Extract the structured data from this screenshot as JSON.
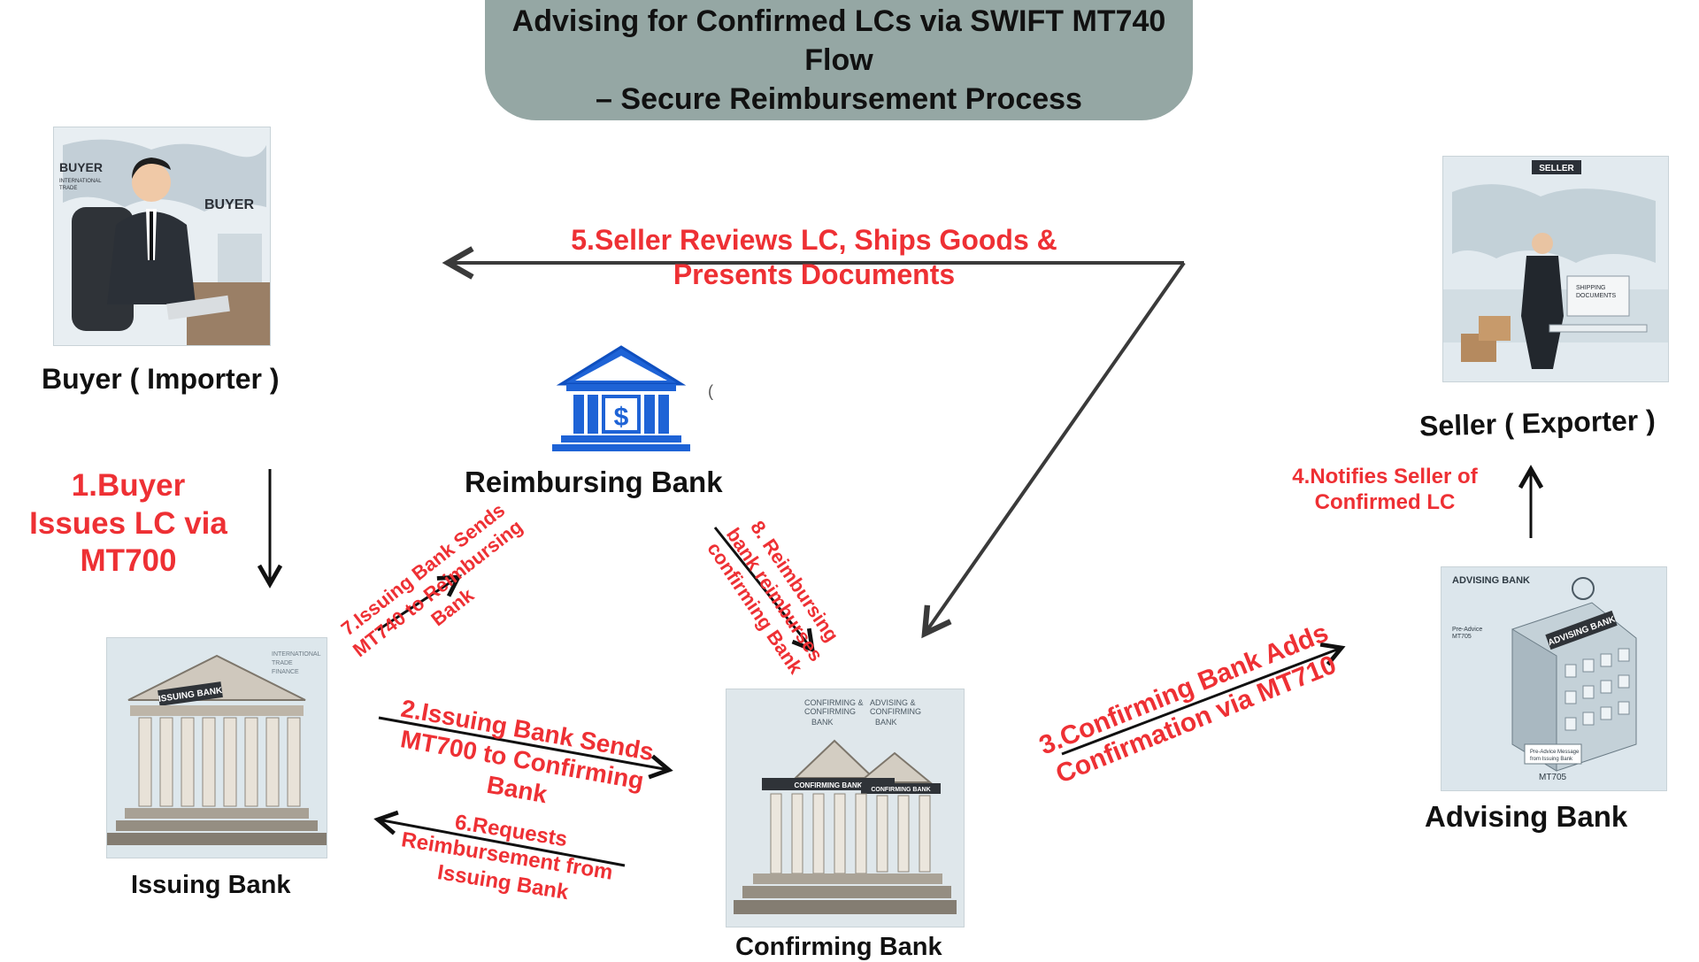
{
  "title": {
    "line1": "Advising for Confirmed LCs via SWIFT MT740 Flow",
    "line2": "– Secure Reimbursement Process"
  },
  "nodes": {
    "buyer": {
      "label": "Buyer ( Importer )",
      "image_text": [
        "BUYER",
        "INTERNATIONAL",
        "TRADE",
        "BUYER"
      ]
    },
    "reimbursing_bank": {
      "label": "Reimbursing Bank",
      "icon": "bank-dollar-icon",
      "stray_mark": "("
    },
    "seller": {
      "label": "Seller ( Exporter )",
      "image_text": [
        "SELLER",
        "SHIPPING",
        "DOCUMENTS"
      ]
    },
    "issuing_bank": {
      "label": "Issuing Bank",
      "image_text": [
        "ISSUING BANK",
        "INTERNATIONAL",
        "TRADE",
        "FINANCE"
      ]
    },
    "confirming_bank": {
      "label": "Confirming Bank",
      "image_text": [
        "CONFIRMING &",
        "CONFIRMING",
        "BANK",
        "ADVISING &",
        "CONFIRMING",
        "BANK",
        "CONFIRMING BANK",
        "CONFIRMING BANK"
      ]
    },
    "advising_bank": {
      "label": "Advising Bank",
      "image_text": [
        "ADVISING BANK",
        "ADVISING BANK",
        "MT705",
        "Pre-Advice",
        "MT705",
        "Pre-Advice Message",
        "from Issuing Bank"
      ]
    }
  },
  "steps": {
    "step1": {
      "lines": [
        "1.Buyer",
        "Issues LC via",
        "MT700"
      ]
    },
    "step2": {
      "lines": [
        "2.Issuing Bank Sends",
        "MT700 to Confirming",
        "Bank"
      ]
    },
    "step3": {
      "lines": [
        "3.Confirming Bank Adds",
        "Confirmation via MT710"
      ]
    },
    "step4": {
      "lines": [
        "4.Notifies Seller of",
        "Confirmed LC"
      ]
    },
    "step5": {
      "lines": [
        "5.Seller Reviews LC, Ships Goods &",
        "Presents Documents"
      ]
    },
    "step6": {
      "lines": [
        "6.Requests",
        "Reimbursement from",
        "Issuing Bank"
      ]
    },
    "step7": {
      "lines": [
        "7.Issuing Bank Sends",
        "MT740 to Reimbursing",
        "Bank"
      ]
    },
    "step8": {
      "lines": [
        "8. Reimbursing",
        "bank reimburses",
        "confirming Bank"
      ]
    }
  },
  "colors": {
    "title_bg": "#95a7a4",
    "step_text": "#ee3034",
    "arrow_dark": "#3a3a3a",
    "arrow_black": "#111111",
    "bank_icon": "#1e63d6"
  }
}
